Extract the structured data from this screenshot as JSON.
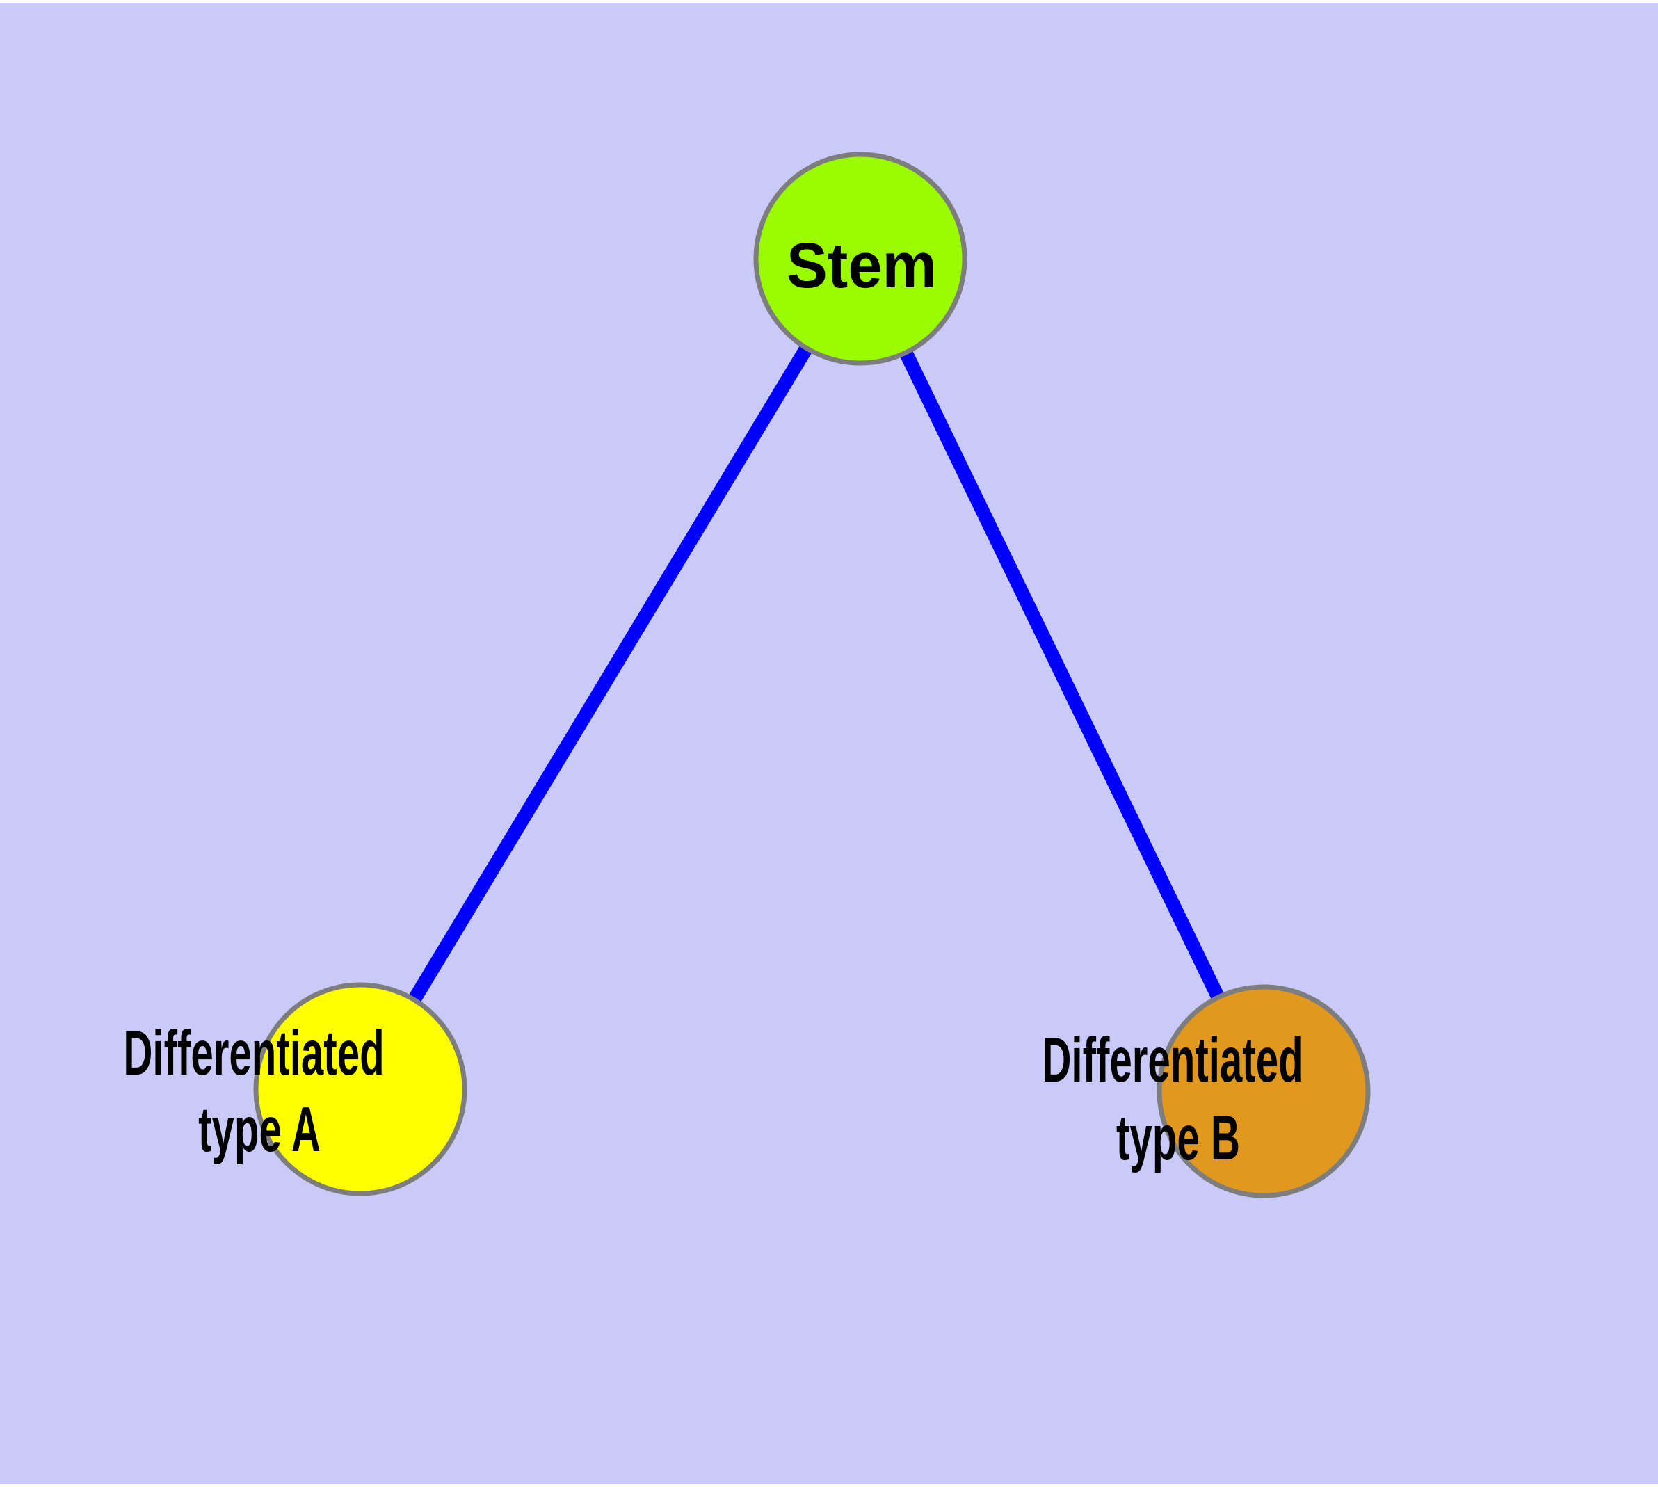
{
  "diagram": {
    "background_color": "#CACAF8",
    "frame_color": "#FFFFFF",
    "edge_color": "#0000FF",
    "node_border_color": "#7D7D7D",
    "text_color": "#000000",
    "nodes": {
      "stem": {
        "label": "Stem",
        "fill": "#9BFB00"
      },
      "type_a": {
        "label_line1": "Differentiated",
        "label_line2": "type A",
        "fill": "#FFFF00"
      },
      "type_b": {
        "label_line1": "Differentiated",
        "label_line2": "type B",
        "fill": "#E0981F"
      }
    }
  }
}
